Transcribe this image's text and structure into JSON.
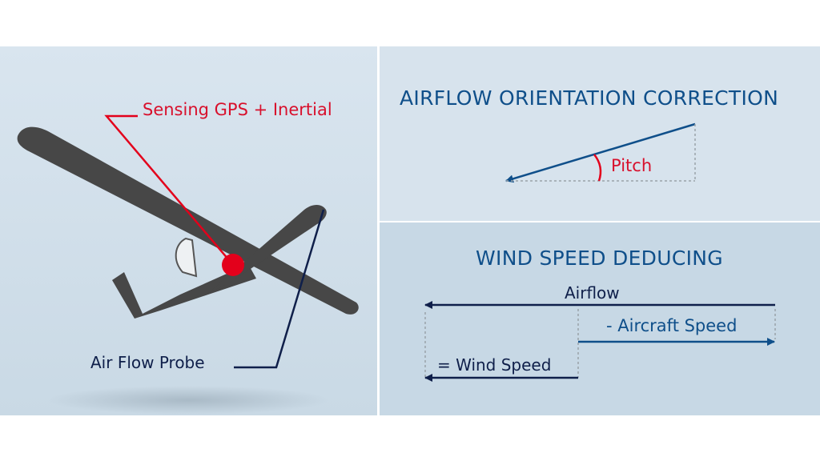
{
  "left_panel": {
    "gps_label": "Sensing GPS + Inertial",
    "probe_label": "Air Flow Probe"
  },
  "orientation": {
    "title": "AIRFLOW ORIENTATION CORRECTION",
    "pitch_label": "Pitch"
  },
  "wind": {
    "title": "WIND SPEED DEDUCING",
    "airflow_label": "Airflow",
    "aircraft_speed_label": "- Aircraft Speed",
    "wind_speed_label": "= Wind Speed"
  },
  "colors": {
    "red": "#d8102c",
    "navy": "#0f1f4a",
    "blue": "#0f4f8a",
    "aircraft": "#4a4a4a"
  }
}
